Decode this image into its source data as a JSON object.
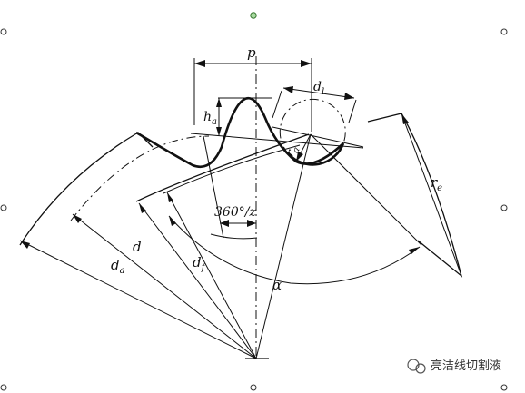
{
  "labels": {
    "p": "p",
    "d1_main": "d",
    "d1_sub": "l",
    "ha_main": "h",
    "ha_sub": "a",
    "ra_main": "r",
    "ra_sub": "a",
    "angle": "360°/z",
    "re_main": "r",
    "re_sub": "e",
    "d": "d",
    "da_main": "d",
    "da_sub": "a",
    "df_main": "d",
    "df_sub": "f",
    "alpha": "α"
  },
  "watermark": {
    "text": "亮洁线切割液"
  }
}
